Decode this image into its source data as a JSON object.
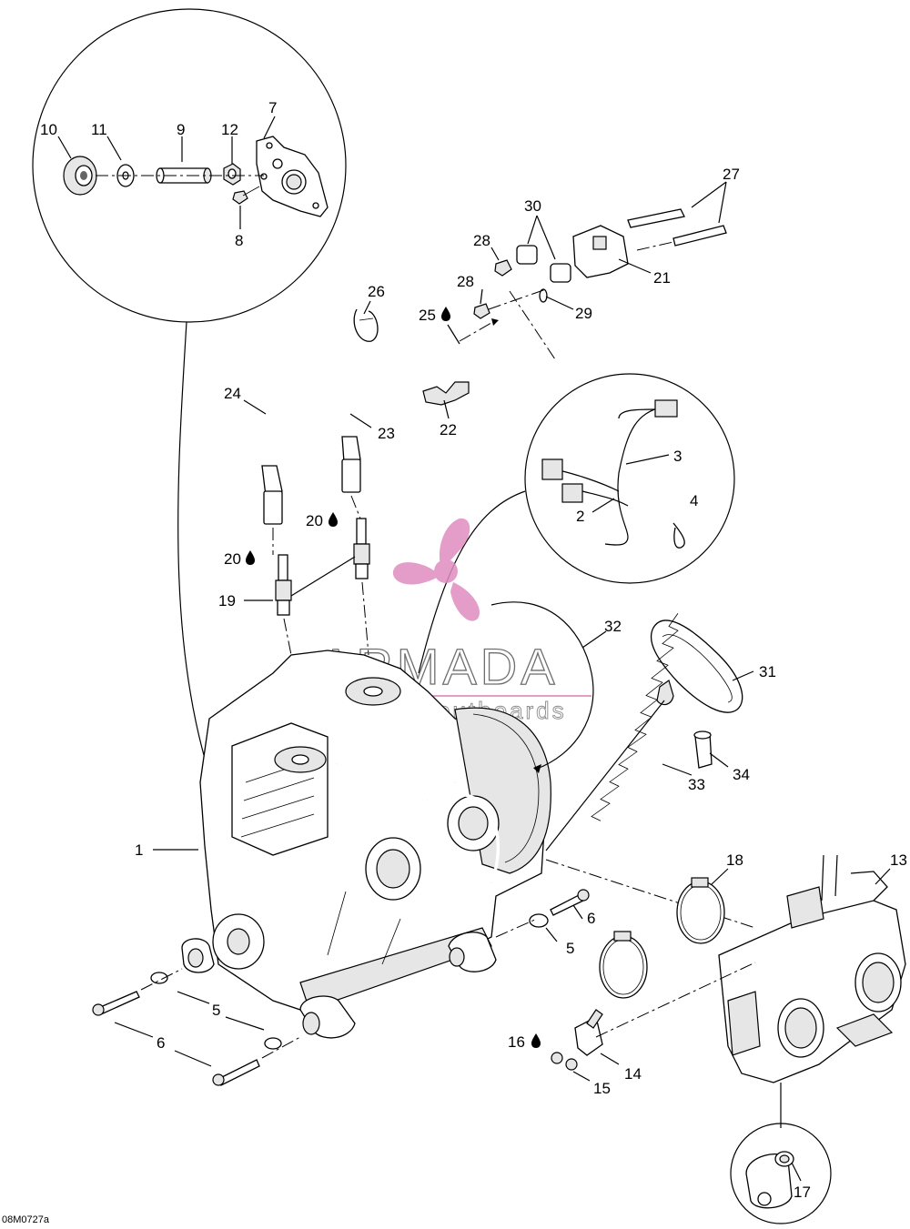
{
  "diagram_code": "08M0727a",
  "watermark": {
    "brand": "ARMADA",
    "sub": "outboards",
    "color": "#e08cc0"
  },
  "callouts": [
    {
      "n": "1"
    },
    {
      "n": "2"
    },
    {
      "n": "3"
    },
    {
      "n": "4"
    },
    {
      "n": "5"
    },
    {
      "n": "5"
    },
    {
      "n": "6"
    },
    {
      "n": "6"
    },
    {
      "n": "7"
    },
    {
      "n": "8"
    },
    {
      "n": "9"
    },
    {
      "n": "10"
    },
    {
      "n": "11"
    },
    {
      "n": "12"
    },
    {
      "n": "13"
    },
    {
      "n": "14"
    },
    {
      "n": "15"
    },
    {
      "n": "16"
    },
    {
      "n": "17"
    },
    {
      "n": "18"
    },
    {
      "n": "19"
    },
    {
      "n": "20"
    },
    {
      "n": "20"
    },
    {
      "n": "21"
    },
    {
      "n": "22"
    },
    {
      "n": "23"
    },
    {
      "n": "24"
    },
    {
      "n": "25"
    },
    {
      "n": "26"
    },
    {
      "n": "27"
    },
    {
      "n": "28"
    },
    {
      "n": "28"
    },
    {
      "n": "29"
    },
    {
      "n": "30"
    },
    {
      "n": "31"
    },
    {
      "n": "32"
    },
    {
      "n": "33"
    },
    {
      "n": "34"
    }
  ],
  "icons": [
    "drop-icon"
  ]
}
